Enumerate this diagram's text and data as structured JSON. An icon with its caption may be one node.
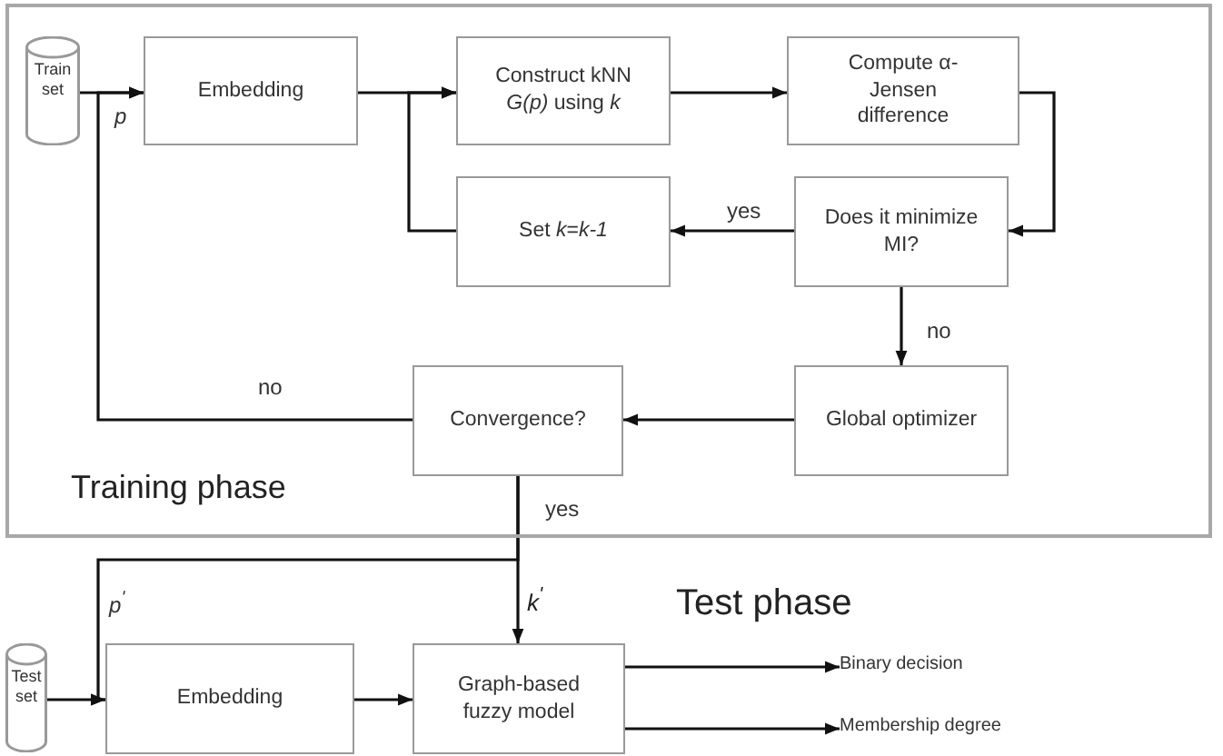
{
  "diagram": {
    "nodes": [
      {
        "text": [
          "Training phase"
        ]
      },
      {
        "text": [
          "Train set"
        ],
        "in": 0
      },
      {
        "text": [
          "Embedding"
        ],
        "in": 0
      },
      {
        "text": [
          "Construct kNN *G(p)* using *k*"
        ],
        "in": 0
      },
      {
        "text": [
          "Compute α-Jensen difference"
        ],
        "in": 0
      },
      {
        "text": [
          "Set *k*=*k-1*"
        ],
        "in": 0
      },
      {
        "text": [
          "Does it minimize MI?"
        ],
        "in": 0
      },
      {
        "text": [
          "Global optimizer"
        ],
        "in": 0
      },
      {
        "text": [
          "Convergence?"
        ],
        "in": 0
      },
      {
        "text": [
          "Test set"
        ]
      },
      {
        "text": [
          "Embedding"
        ]
      },
      {
        "text": [
          "Graph-based fuzzy model"
        ]
      },
      {
        "text": [
          "Binary decision"
        ]
      },
      {
        "text": [
          "Membership degree"
        ]
      }
    ],
    "edges": [
      {
        "from": 1,
        "to": 2,
        "arrow": "to",
        "label": "p"
      },
      {
        "from": 2,
        "to": 3,
        "arrow": "to"
      },
      {
        "from": 5,
        "to": 3,
        "arrow": "to"
      },
      {
        "from": 3,
        "to": 4,
        "arrow": "to"
      },
      {
        "from": 4,
        "to": 6,
        "arrow": "to"
      },
      {
        "from": 6,
        "to": 5,
        "arrow": "to",
        "label": "yes"
      },
      {
        "from": 6,
        "to": 7,
        "arrow": "to",
        "label": "no"
      },
      {
        "from": 7,
        "to": 8,
        "arrow": "to"
      },
      {
        "from": 8,
        "to": 2,
        "arrow": "to",
        "label": "no"
      },
      {
        "from": 8,
        "to": 11,
        "arrow": "to",
        "label": "yes"
      },
      {
        "from": 8,
        "to": 10,
        "arrow": "to",
        "label": "p$^{'}$"
      },
      {
        "from": 9,
        "to": 10,
        "arrow": "to"
      },
      {
        "from": 10,
        "to": 11,
        "arrow": "to"
      },
      {
        "from": 11,
        "to": 12,
        "arrow": "to"
      },
      {
        "from": 11,
        "to": 13,
        "arrow": "to"
      }
    ],
    "labels": [
      "k$^{'}$",
      "Test phase"
    ]
  }
}
